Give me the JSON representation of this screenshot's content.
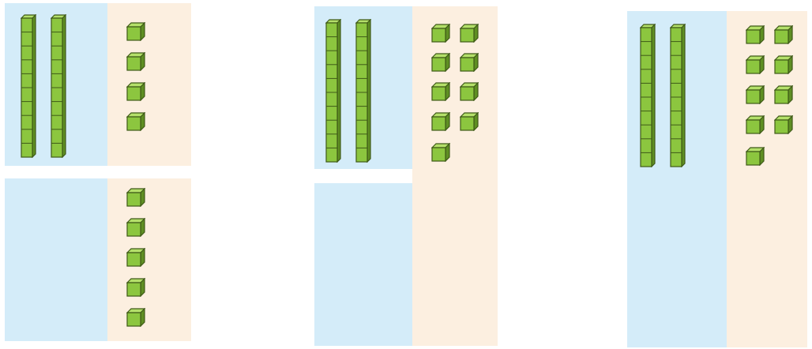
{
  "colors": {
    "tens_column": "#d4ecf9",
    "ones_column": "#fcefe0",
    "block_fill": "#8cc63f",
    "block_edge": "#3f5a18"
  },
  "panels": [
    {
      "id": "A-top",
      "tens_rods": 2,
      "ones_cubes": 4
    },
    {
      "id": "A-bottom",
      "tens_rods": 0,
      "ones_cubes": 5
    },
    {
      "id": "B",
      "tens_rods": 2,
      "ones_cubes": 9
    },
    {
      "id": "C",
      "tens_rods": 2,
      "ones_cubes": 9
    }
  ]
}
